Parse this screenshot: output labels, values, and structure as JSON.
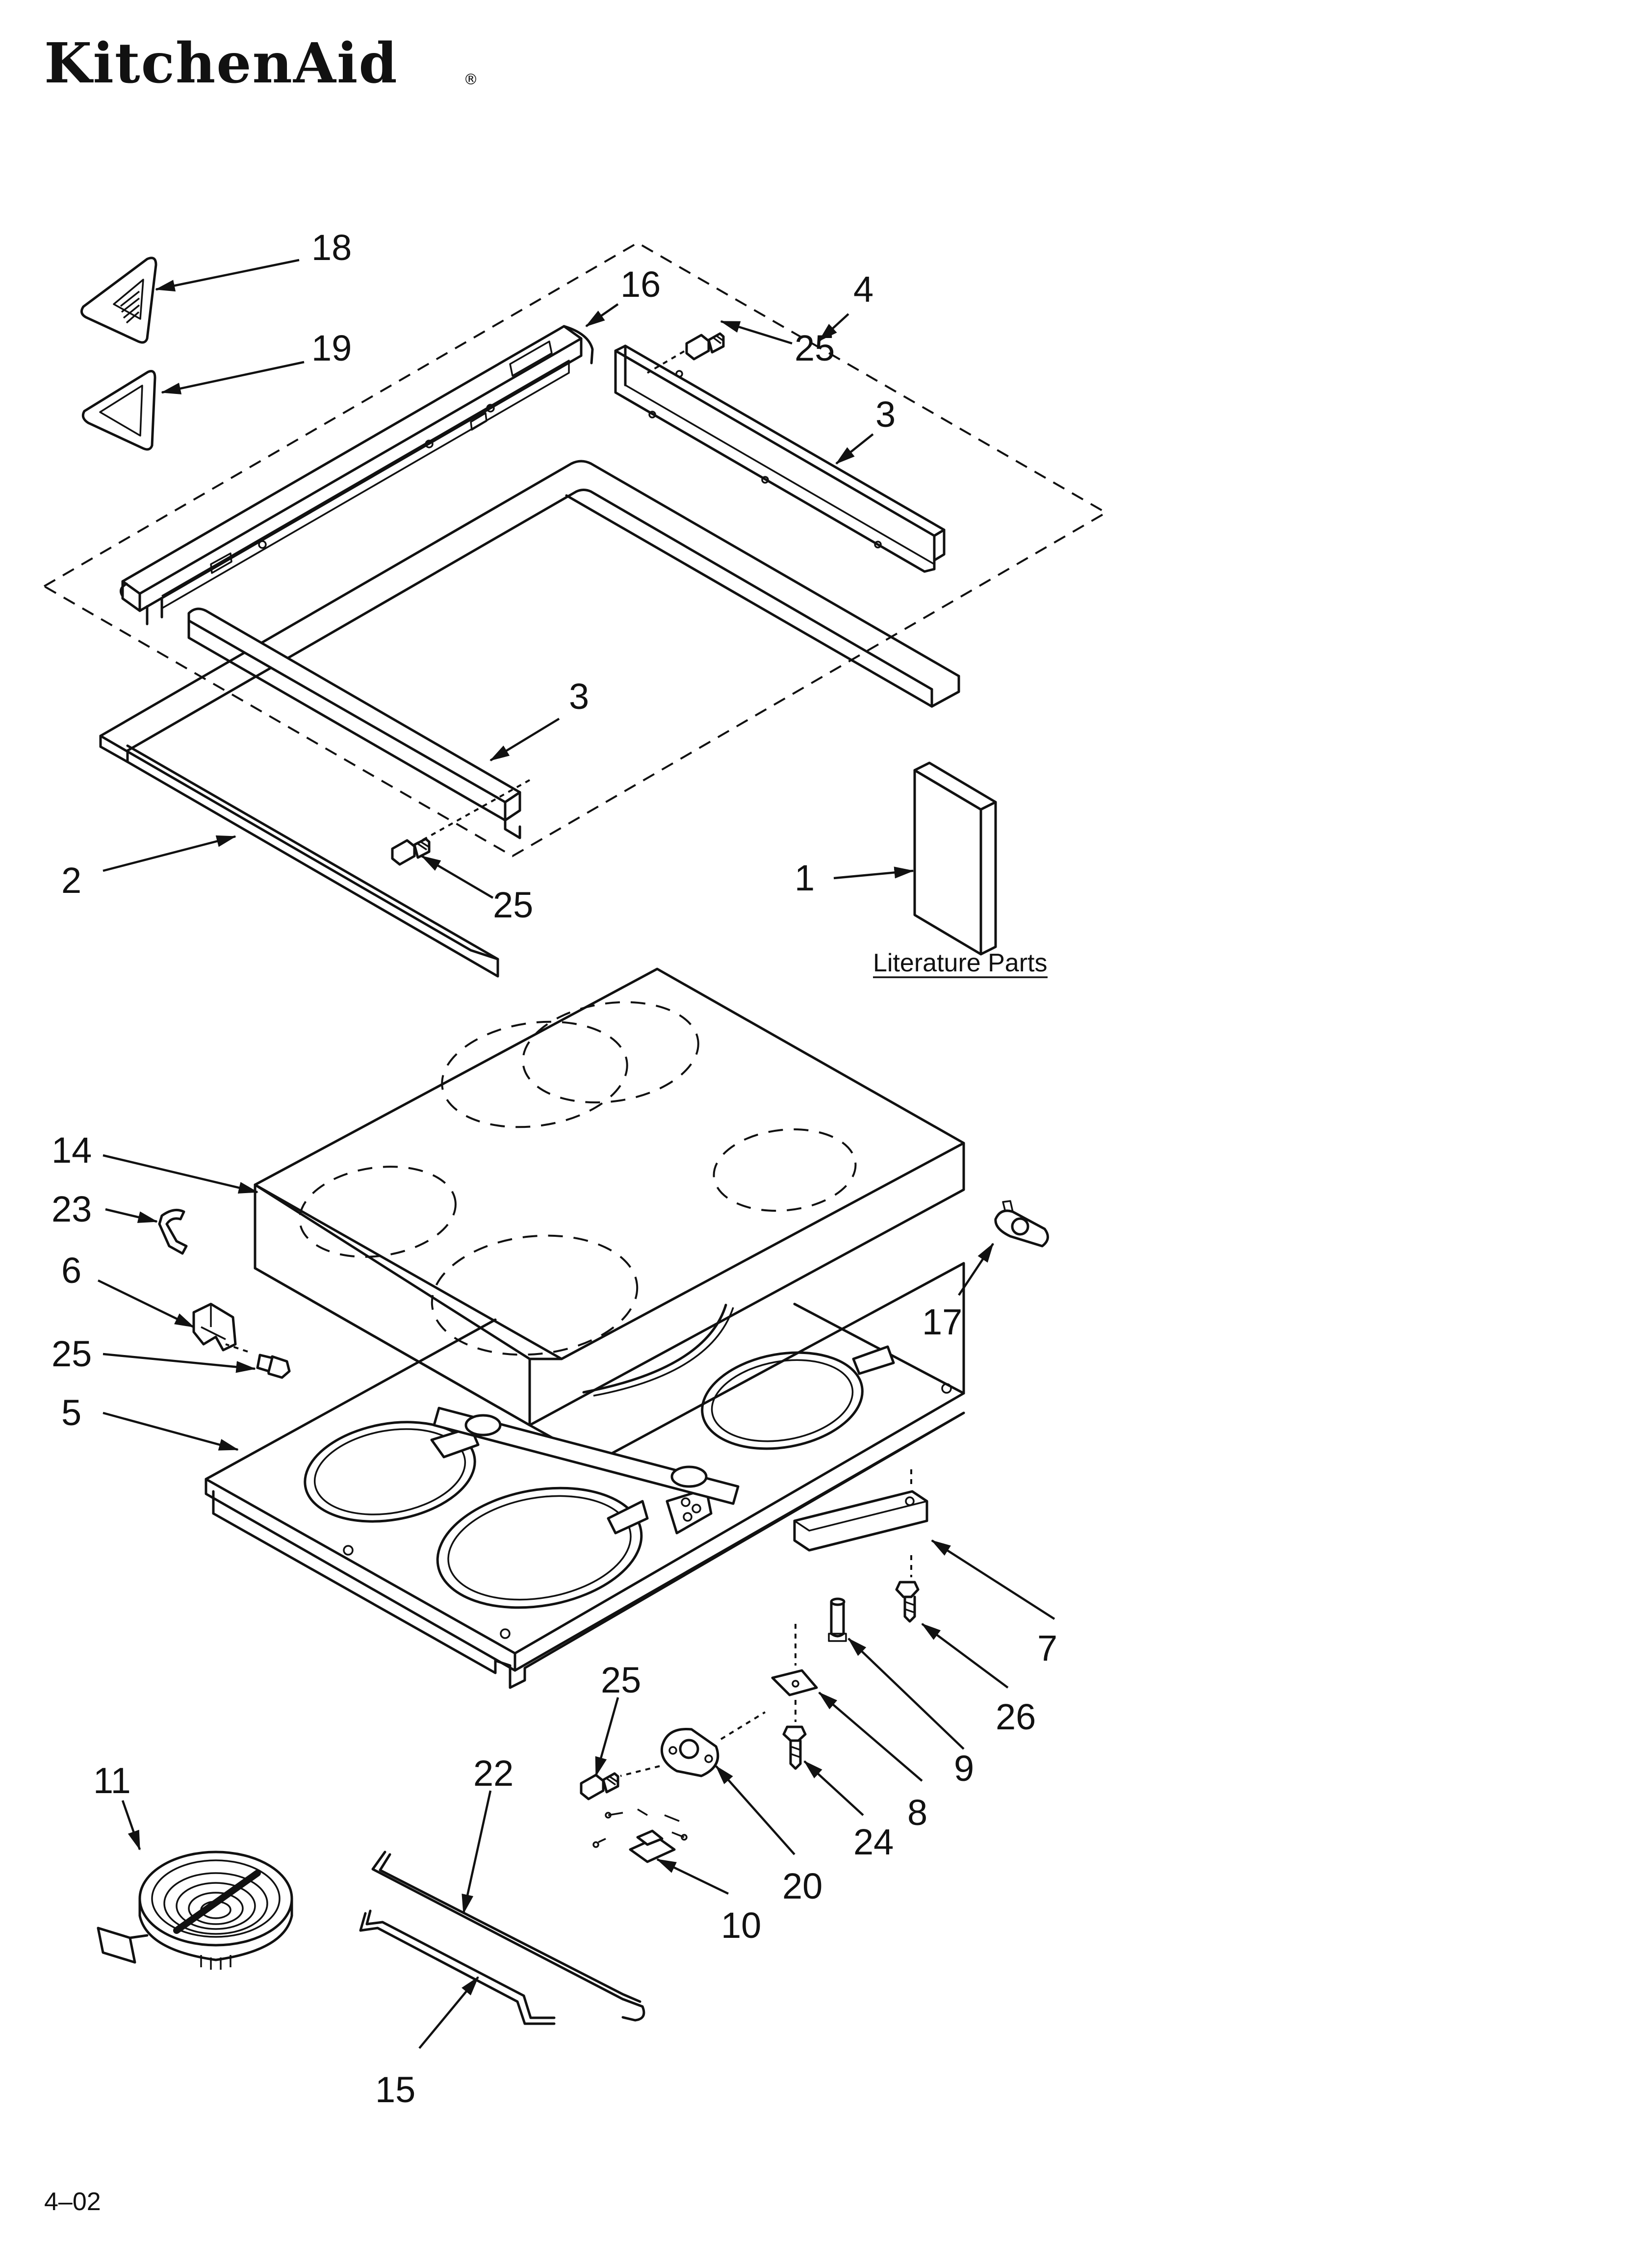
{
  "brand": {
    "name": "KitchenAid",
    "reg": "®"
  },
  "literature_label": "Literature Parts",
  "footer_code": "4–02",
  "callouts": {
    "c18": "18",
    "c19": "19",
    "c16": "16",
    "c4": "4",
    "c25a": "25",
    "c3a": "3",
    "c3b": "3",
    "c2": "2",
    "c25b": "25",
    "c1": "1",
    "c14": "14",
    "c23": "23",
    "c6": "6",
    "c25c": "25",
    "c5": "5",
    "c17": "17",
    "c7": "7",
    "c26": "26",
    "c9": "9",
    "c8": "8",
    "c25d": "25",
    "c24": "24",
    "c20": "20",
    "c10": "10",
    "c11": "11",
    "c22": "22",
    "c15": "15"
  }
}
